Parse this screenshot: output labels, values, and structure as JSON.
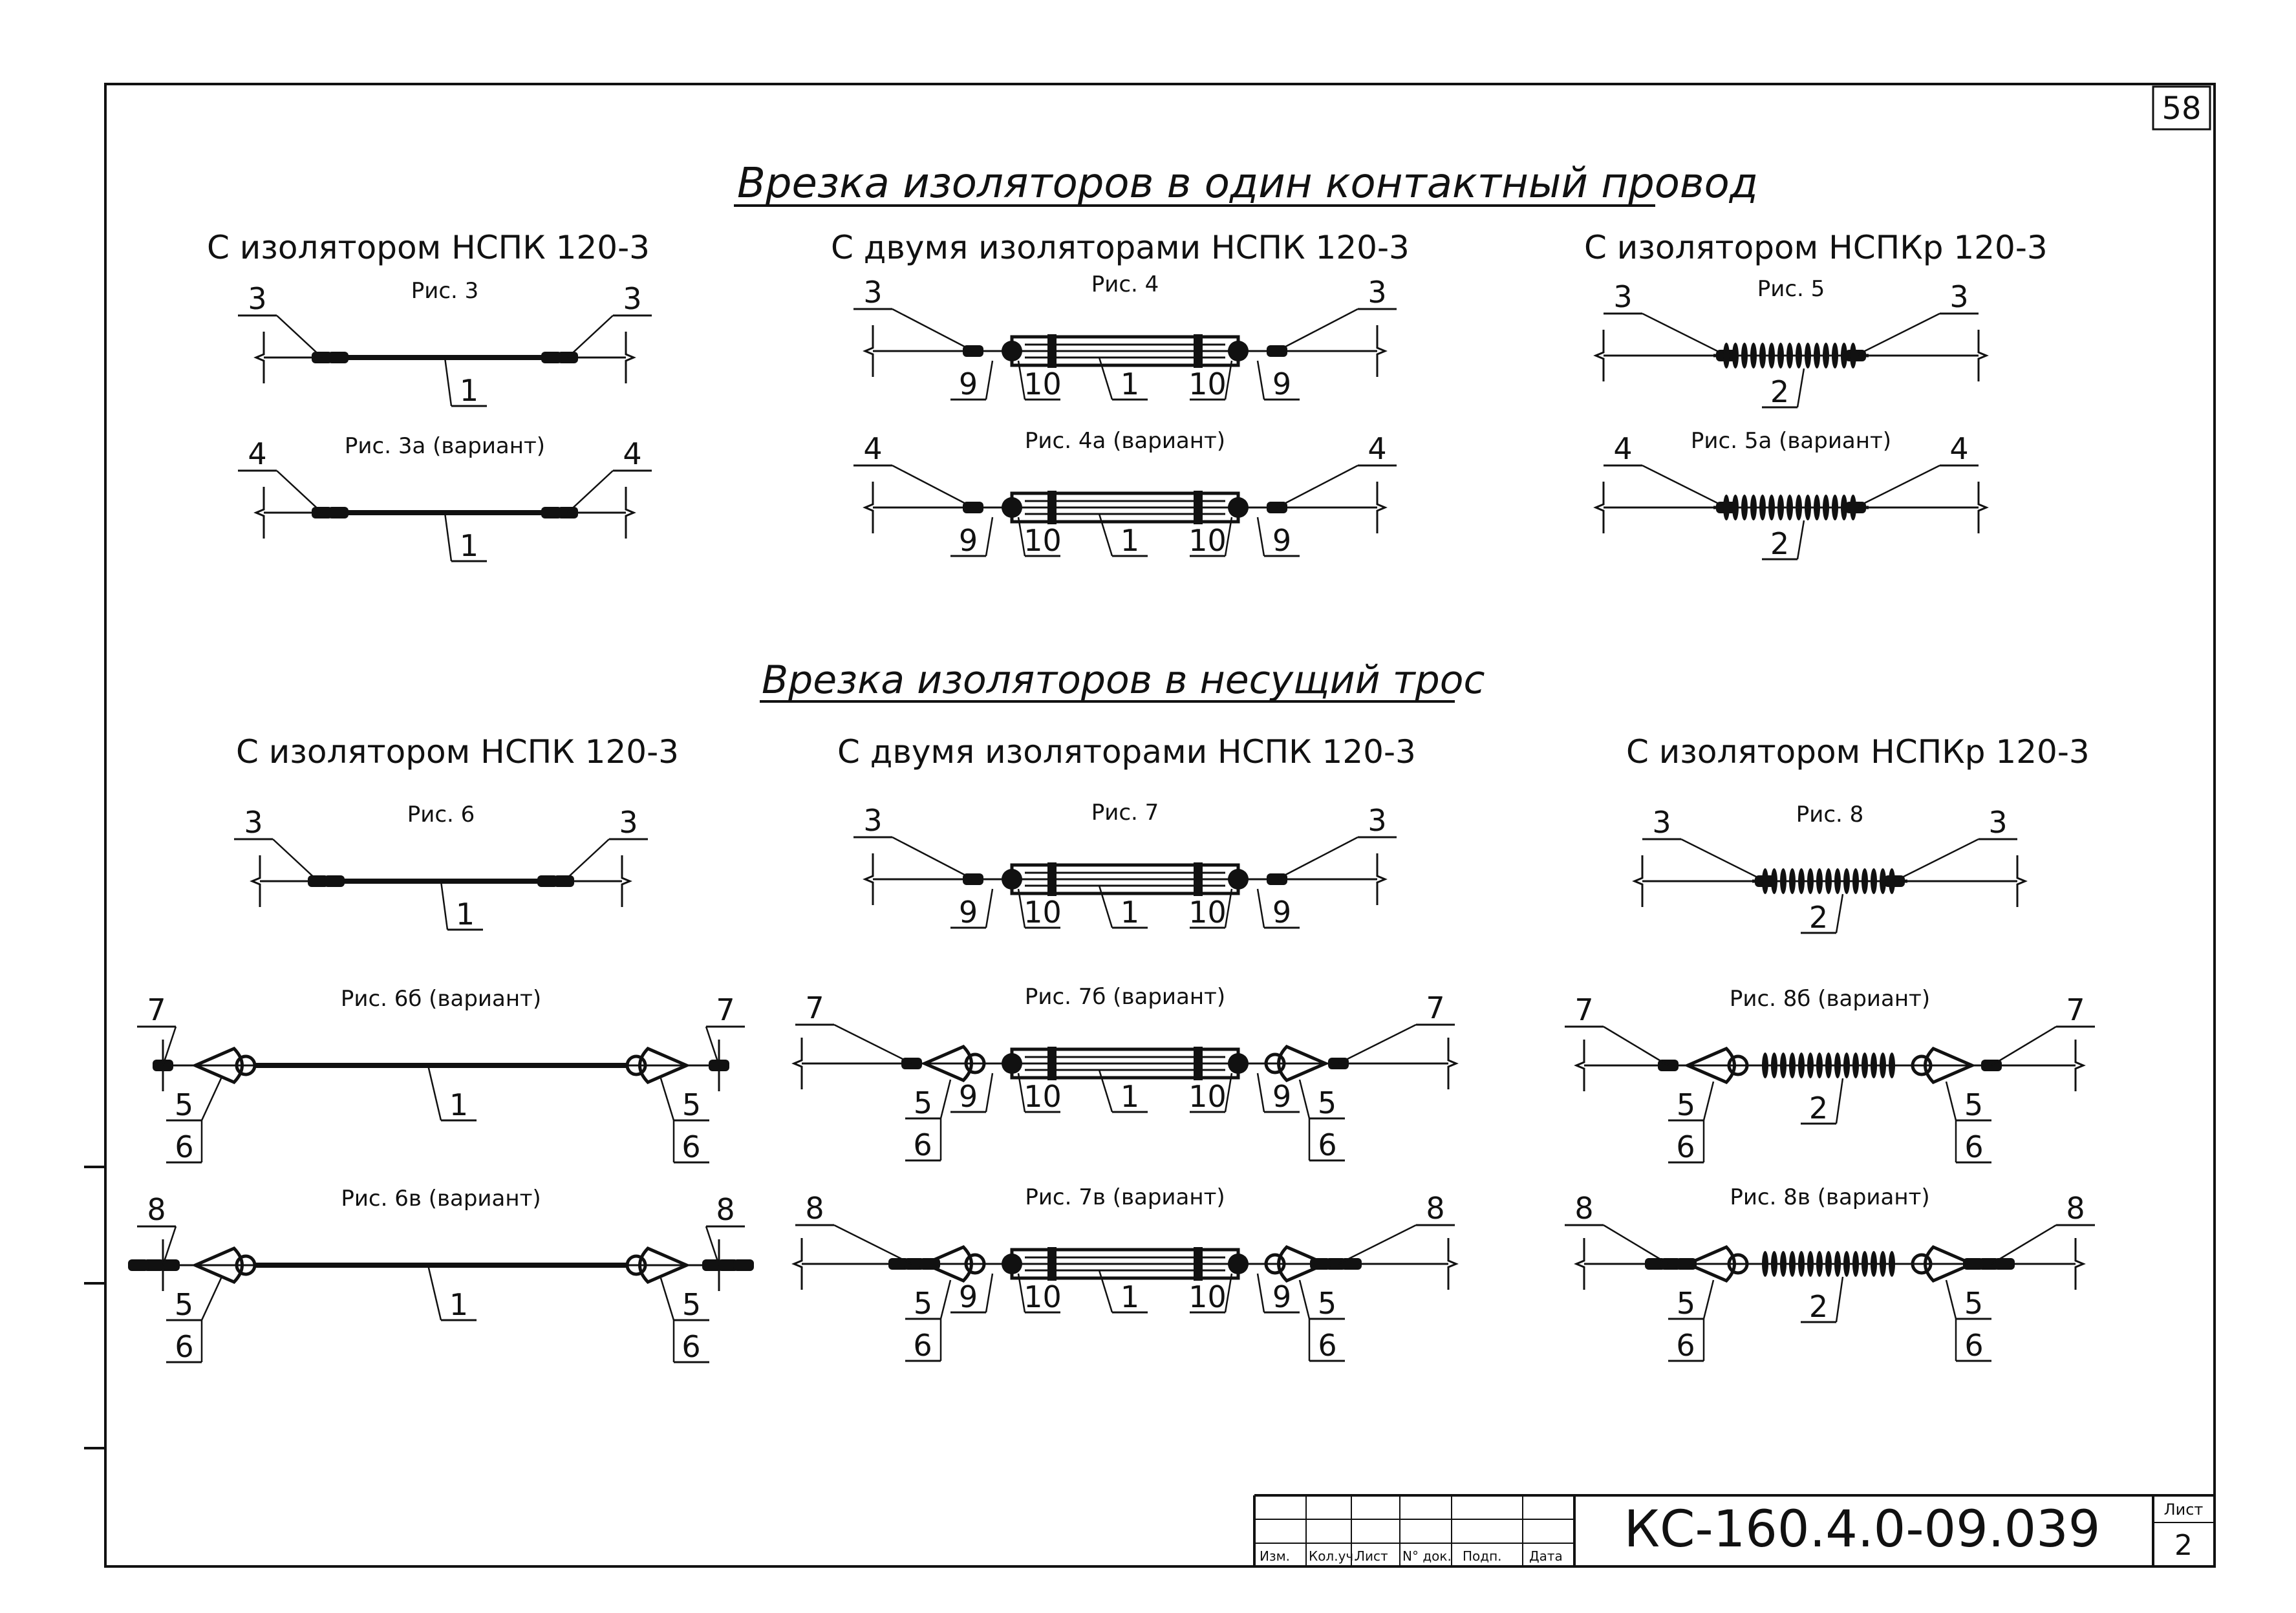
{
  "sheet_number": "58",
  "section1_title": "Врезка изоляторов в один контактный провод",
  "section2_title": "Врезка изоляторов в несущий трос",
  "columns": [
    "С изолятором НСПК 120-3",
    "С двумя изоляторами НСПК 120-3",
    "С изолятором НСПКр 120-3"
  ],
  "figures": {
    "f3": {
      "caption": "Рис. 3",
      "type": "single",
      "end_label": "3",
      "labels": [
        "1"
      ]
    },
    "f3a": {
      "caption": "Рис. 3а (вариант)",
      "type": "single",
      "end_label": "4",
      "labels": [
        "1"
      ]
    },
    "f4": {
      "caption": "Рис. 4",
      "type": "double",
      "end_label": "3",
      "labels": [
        "9",
        "10",
        "1",
        "10",
        "9"
      ]
    },
    "f4a": {
      "caption": "Рис. 4а (вариант)",
      "type": "double",
      "end_label": "4",
      "labels": [
        "9",
        "10",
        "1",
        "10",
        "9"
      ]
    },
    "f5": {
      "caption": "Рис. 5",
      "type": "polymer",
      "end_label": "3",
      "labels": [
        "2"
      ]
    },
    "f5a": {
      "caption": "Рис. 5а (вариант)",
      "type": "polymer",
      "end_label": "4",
      "labels": [
        "2"
      ]
    },
    "f6": {
      "caption": "Рис. 6",
      "type": "single",
      "end_label": "3",
      "labels": [
        "1"
      ]
    },
    "f6b": {
      "caption": "Рис. 6б (вариант)",
      "type": "single",
      "end_label": "7",
      "labels": [
        "5",
        "6",
        "1",
        "5",
        "6"
      ]
    },
    "f6v": {
      "caption": "Рис. 6в (вариант)",
      "type": "single",
      "end_label": "8",
      "labels": [
        "5",
        "6",
        "1",
        "5",
        "6"
      ]
    },
    "f7": {
      "caption": "Рис. 7",
      "type": "double",
      "end_label": "3",
      "labels": [
        "9",
        "10",
        "1",
        "10",
        "9"
      ]
    },
    "f7b": {
      "caption": "Рис. 7б (вариант)",
      "type": "double",
      "end_label": "7",
      "labels": [
        "5",
        "6",
        "9",
        "10",
        "1",
        "10",
        "9",
        "5",
        "6"
      ]
    },
    "f7v": {
      "caption": "Рис. 7в (вариант)",
      "type": "double",
      "end_label": "8",
      "labels": [
        "5",
        "6",
        "9",
        "10",
        "1",
        "10",
        "9",
        "5",
        "6"
      ]
    },
    "f8": {
      "caption": "Рис. 8",
      "type": "polymer",
      "end_label": "3",
      "labels": [
        "2"
      ]
    },
    "f8b": {
      "caption": "Рис. 8б (вариант)",
      "type": "polymer",
      "end_label": "7",
      "labels": [
        "5",
        "6",
        "2",
        "5",
        "6"
      ]
    },
    "f8v": {
      "caption": "Рис. 8в (вариант)",
      "type": "polymer",
      "end_label": "8",
      "labels": [
        "5",
        "6",
        "2",
        "5",
        "6"
      ]
    }
  },
  "title_block": {
    "headers": [
      "Изм.",
      "Кол.уч.",
      "Лист",
      "N° док.",
      "Подп.",
      "Дата"
    ],
    "document_code": "КС-160.4.0-09.039",
    "sheet_label": "Лист",
    "sheet_value": "2"
  }
}
